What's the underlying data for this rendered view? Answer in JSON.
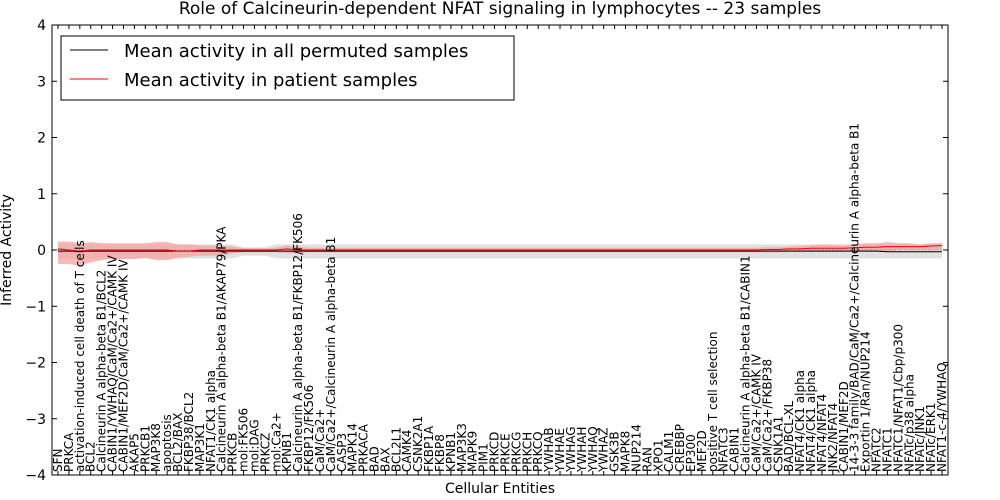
{
  "chart_data": {
    "type": "line",
    "title": "Role of Calcineurin-dependent NFAT signaling in lymphocytes -- 23 samples",
    "xlabel": "Cellular Entities",
    "ylabel": "Inferred Activity",
    "ylim": [
      -4,
      4
    ],
    "yticks": [
      -4,
      -3,
      -2,
      -1,
      0,
      1,
      2,
      3,
      4
    ],
    "ytick_labels": [
      "−4",
      "−3",
      "−2",
      "−1",
      "0",
      "1",
      "2",
      "3",
      "4"
    ],
    "legend": {
      "position": "upper-left"
    },
    "categories": [
      "SFN",
      "PRKCA",
      "activation-induced cell death of T cells",
      "BCL2",
      "Calcineurin A alpha-beta B1/BCL2",
      "CABIN1/YWHAQ/CaM/Ca2+/CAMK IV",
      "CABIN1/MEF2D/CaM/Ca2+/CAMK IV",
      "AKAP5",
      "PRKCB1",
      "MAP3K8",
      "apoptosis",
      "BCL2/BAX",
      "FKBP38/BCL2",
      "MAP3K1",
      "NFAT1/CK1 alpha",
      "Calcineurin A alpha-beta B1/AKAP79/PKA",
      "PRKCB",
      "mol:FK506",
      "mol:DAG",
      "PRKCZ",
      "mol:Ca2+",
      "KPNB1",
      "Calcineurin A alpha-beta B1/FKBP12/FK506",
      "FKBP12/FK506",
      "CaM/Ca2+",
      "CaM/Ca2+/Calcineurin A alpha-beta B1",
      "CASP3",
      "MAPK14",
      "PRKACA",
      "BAD",
      "BAX",
      "BCL2L1",
      "CAMK4",
      "CSNK2A1",
      "FKBP1A",
      "FKBP8",
      "KPNB1",
      "MAP3K3",
      "MAPK9",
      "PIM1",
      "PRKCD",
      "PRKCE",
      "PRKCG",
      "PRKCH",
      "PRKCQ",
      "YWHAB",
      "YWHAE",
      "YWHAG",
      "YWHAH",
      "YWHAQ",
      "YWHAZ",
      "GSK3B",
      "MAPK8",
      "NUP214",
      "RAN",
      "XPO1",
      "CALM1",
      "CREBBP",
      "EP300",
      "MEF2D",
      "positive T cell selection",
      "NFATC3",
      "CABIN1",
      "Calcineurin A alpha-beta B1/CABIN1",
      "CaM/Ca2+/CAMK IV",
      "CaM/Ca2+/FKBP38",
      "CSNK1A1",
      "BAD/BCL-XL",
      "NFAT4/CK1 alpha",
      "NFAT4/CK1 alpha",
      "NFAT4/NFAT4",
      "JNK2/NFAT4",
      "CABIN1/MEF2D",
      "14-3-3 family/BAD/CaM/Ca2+/Calcineurin A alpha-beta B1",
      "Exportin 1/Ran/NUP214",
      "NFATC2",
      "NFATC1",
      "NFATC1/NFAT1/Cbp/p300",
      "NFATc/p38 alpha",
      "NFATc/JNK1",
      "NFATc/ERK1",
      "NFAT1-c-4/YWHAQ"
    ],
    "series": [
      {
        "name": "Mean activity in all permuted samples",
        "color": "#000000",
        "band_color": "#d9d9d9",
        "values": [
          -0.02,
          -0.02,
          -0.02,
          -0.02,
          -0.02,
          -0.02,
          -0.02,
          -0.02,
          -0.02,
          -0.02,
          -0.02,
          -0.02,
          -0.02,
          -0.02,
          -0.02,
          -0.02,
          -0.02,
          -0.02,
          -0.02,
          -0.02,
          -0.02,
          -0.02,
          -0.02,
          -0.02,
          -0.02,
          -0.02,
          -0.02,
          -0.02,
          -0.02,
          -0.02,
          -0.02,
          -0.02,
          -0.02,
          -0.02,
          -0.02,
          -0.02,
          -0.02,
          -0.02,
          -0.02,
          -0.02,
          -0.02,
          -0.02,
          -0.02,
          -0.02,
          -0.02,
          -0.02,
          -0.02,
          -0.02,
          -0.02,
          -0.02,
          -0.02,
          -0.02,
          -0.02,
          -0.02,
          -0.02,
          -0.02,
          -0.02,
          -0.02,
          -0.02,
          -0.02,
          -0.02,
          -0.02,
          -0.02,
          -0.02,
          -0.02,
          -0.02,
          -0.02,
          -0.02,
          -0.02,
          -0.02,
          -0.02,
          -0.02,
          -0.02,
          -0.02,
          -0.02,
          -0.02,
          -0.03,
          -0.03,
          -0.03,
          -0.03,
          -0.03,
          -0.03
        ],
        "band_lower": [
          -0.15,
          -0.15,
          -0.15,
          -0.15,
          -0.15,
          -0.15,
          -0.15,
          -0.15,
          -0.15,
          -0.15,
          -0.15,
          -0.15,
          -0.15,
          -0.15,
          -0.15,
          -0.15,
          -0.15,
          -0.1,
          -0.1,
          -0.1,
          -0.15,
          -0.15,
          -0.15,
          -0.15,
          -0.15,
          -0.15,
          -0.15,
          -0.15,
          -0.15,
          -0.15,
          -0.15,
          -0.15,
          -0.15,
          -0.15,
          -0.15,
          -0.15,
          -0.15,
          -0.15,
          -0.15,
          -0.15,
          -0.15,
          -0.15,
          -0.15,
          -0.15,
          -0.15,
          -0.15,
          -0.15,
          -0.15,
          -0.15,
          -0.15,
          -0.15,
          -0.15,
          -0.15,
          -0.15,
          -0.15,
          -0.15,
          -0.15,
          -0.15,
          -0.15,
          -0.15,
          -0.15,
          -0.15,
          -0.15,
          -0.15,
          -0.15,
          -0.15,
          -0.15,
          -0.15,
          -0.15,
          -0.15,
          -0.15,
          -0.15,
          -0.15,
          -0.15,
          -0.15,
          -0.15,
          -0.15,
          -0.15,
          -0.15,
          -0.15,
          -0.15,
          -0.15
        ],
        "band_upper": [
          0.1,
          0.1,
          0.1,
          0.1,
          0.1,
          0.1,
          0.1,
          0.1,
          0.1,
          0.1,
          0.1,
          0.1,
          0.1,
          0.1,
          0.1,
          0.1,
          0.1,
          0.05,
          0.05,
          0.05,
          0.1,
          0.1,
          0.1,
          0.1,
          0.1,
          0.1,
          0.1,
          0.1,
          0.1,
          0.1,
          0.1,
          0.1,
          0.1,
          0.1,
          0.1,
          0.1,
          0.1,
          0.1,
          0.1,
          0.1,
          0.1,
          0.1,
          0.1,
          0.1,
          0.1,
          0.1,
          0.1,
          0.1,
          0.1,
          0.1,
          0.1,
          0.1,
          0.1,
          0.1,
          0.1,
          0.1,
          0.1,
          0.1,
          0.1,
          0.1,
          0.1,
          0.1,
          0.1,
          0.1,
          0.1,
          0.1,
          0.1,
          0.1,
          0.1,
          0.1,
          0.1,
          0.1,
          0.1,
          0.1,
          0.1,
          0.1,
          0.1,
          0.1,
          0.1,
          0.1,
          0.1,
          0.1
        ]
      },
      {
        "name": "Mean activity in patient samples",
        "color": "#ff0000",
        "band_color": "#f4a0a0",
        "values": [
          0.02,
          0.0,
          -0.02,
          0.0,
          0.0,
          0.0,
          0.0,
          0.0,
          0.0,
          0.0,
          0.0,
          -0.02,
          -0.02,
          0.0,
          0.0,
          0.0,
          0.0,
          0.0,
          0.0,
          0.0,
          0.0,
          0.02,
          0.0,
          0.0,
          0.0,
          0.0,
          0.0,
          0.0,
          0.0,
          0.0,
          0.0,
          0.0,
          0.0,
          0.0,
          0.0,
          0.0,
          0.0,
          0.0,
          0.0,
          0.0,
          0.0,
          0.0,
          0.0,
          0.0,
          0.0,
          0.0,
          0.0,
          0.0,
          0.0,
          0.0,
          0.0,
          0.0,
          0.0,
          0.0,
          0.0,
          0.0,
          0.0,
          0.0,
          0.0,
          0.0,
          0.0,
          0.0,
          0.0,
          0.0,
          0.0,
          0.01,
          0.01,
          0.02,
          0.02,
          0.03,
          0.03,
          0.03,
          0.03,
          0.04,
          0.05,
          0.05,
          0.06,
          0.06,
          0.06,
          0.06,
          0.07,
          0.08
        ],
        "band_lower": [
          -0.25,
          -0.25,
          -0.28,
          -0.22,
          -0.18,
          -0.16,
          -0.16,
          -0.16,
          -0.14,
          -0.18,
          -0.18,
          -0.14,
          -0.12,
          -0.1,
          -0.1,
          -0.1,
          -0.06,
          -0.04,
          -0.04,
          -0.04,
          -0.04,
          -0.06,
          -0.06,
          -0.04,
          -0.04,
          -0.04,
          -0.04,
          -0.04,
          -0.04,
          -0.04,
          -0.04,
          -0.04,
          -0.04,
          -0.04,
          -0.04,
          -0.04,
          -0.04,
          -0.04,
          -0.04,
          -0.04,
          -0.04,
          -0.04,
          -0.04,
          -0.04,
          -0.04,
          -0.04,
          -0.04,
          -0.04,
          -0.04,
          -0.04,
          -0.04,
          -0.04,
          -0.04,
          -0.04,
          -0.04,
          -0.04,
          -0.04,
          -0.04,
          -0.04,
          -0.04,
          -0.04,
          -0.04,
          -0.04,
          -0.04,
          -0.04,
          -0.04,
          -0.04,
          -0.03,
          -0.03,
          -0.03,
          -0.02,
          -0.03,
          -0.02,
          -0.02,
          -0.02,
          -0.02,
          -0.02,
          0.0,
          0.0,
          0.0,
          0.0,
          0.0
        ],
        "band_upper": [
          0.15,
          0.15,
          0.12,
          0.14,
          0.12,
          0.12,
          0.12,
          0.12,
          0.12,
          0.14,
          0.14,
          0.1,
          0.1,
          0.08,
          0.08,
          0.08,
          0.06,
          0.03,
          0.03,
          0.03,
          0.04,
          0.08,
          0.06,
          0.04,
          0.04,
          0.04,
          0.04,
          0.04,
          0.04,
          0.04,
          0.04,
          0.04,
          0.04,
          0.04,
          0.04,
          0.04,
          0.04,
          0.04,
          0.04,
          0.04,
          0.04,
          0.04,
          0.04,
          0.04,
          0.04,
          0.04,
          0.04,
          0.04,
          0.04,
          0.04,
          0.04,
          0.04,
          0.04,
          0.04,
          0.04,
          0.04,
          0.04,
          0.04,
          0.04,
          0.04,
          0.04,
          0.04,
          0.04,
          0.04,
          0.04,
          0.05,
          0.05,
          0.06,
          0.07,
          0.08,
          0.1,
          0.09,
          0.08,
          0.1,
          0.12,
          0.12,
          0.14,
          0.12,
          0.12,
          0.1,
          0.12,
          0.12
        ]
      }
    ]
  }
}
